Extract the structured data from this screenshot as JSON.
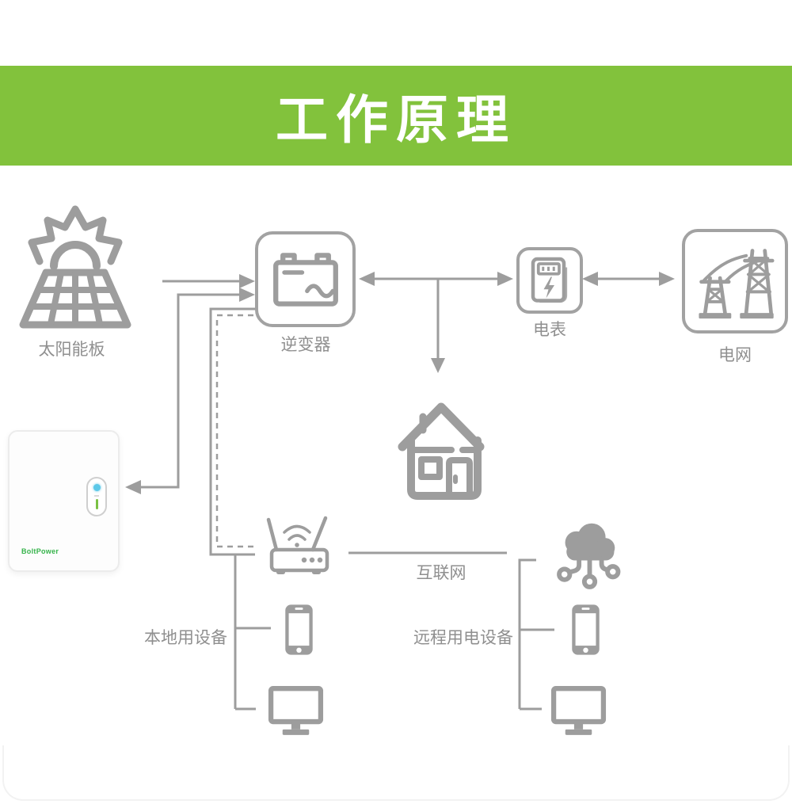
{
  "banner": {
    "title": "工作原理"
  },
  "colors": {
    "banner_green": "#82c23c",
    "icon_gray": "#9d9d9d",
    "line_gray": "#9d9d9d",
    "label_gray": "#8f8f8f",
    "logo_green": "#35b34a",
    "indicator_blue": "#5bc8e8",
    "indicator_green": "#7ac143"
  },
  "nodes": {
    "solar_panel": {
      "label": "太阳能板"
    },
    "inverter": {
      "label": "逆变器"
    },
    "meter": {
      "label": "电表"
    },
    "grid": {
      "label": "电网"
    },
    "internet": {
      "label": "互联网"
    },
    "local_devices": {
      "label": "本地用设备"
    },
    "remote_devices": {
      "label": "远程用电设备"
    },
    "battery_unit": {
      "logo": "BoltPower"
    }
  }
}
